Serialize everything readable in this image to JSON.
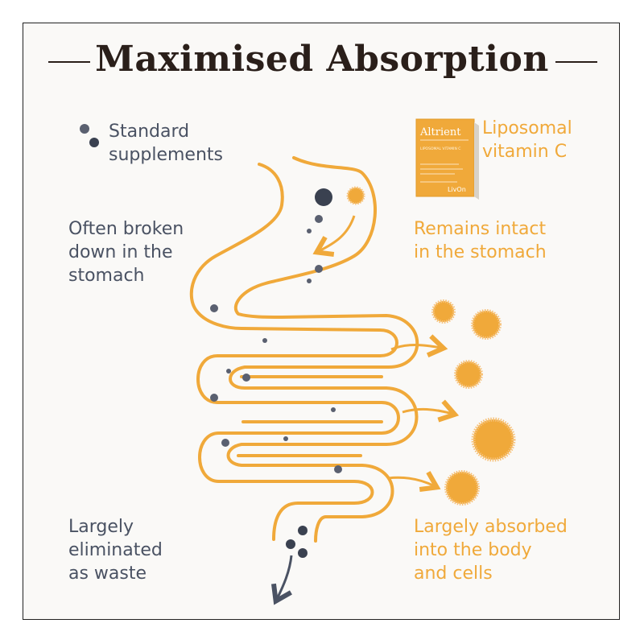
{
  "title": "Maximised Absorption",
  "legend": {
    "standard_label_line1": "Standard",
    "standard_label_line2": "supplements",
    "liposomal_label_line1": "Liposomal",
    "liposomal_label_line2": "vitamin C"
  },
  "notes": {
    "stomach_standard": [
      "Often broken",
      "down in the",
      "stomach"
    ],
    "stomach_liposomal": [
      "Remains intact",
      "in the stomach"
    ],
    "waste": [
      "Largely",
      "eliminated",
      "as waste"
    ],
    "absorbed": [
      "Largely absorbed",
      "into the body",
      "and cells"
    ]
  },
  "product": {
    "brand": "Altrient",
    "subtitle": "LIPOSOMAL VITAMIN C",
    "maker": "LivOn"
  },
  "colors": {
    "orange": "#f0a93a",
    "grey": "#4a5263",
    "dark_dot": "#3a4150",
    "title": "#2a1f1a"
  }
}
